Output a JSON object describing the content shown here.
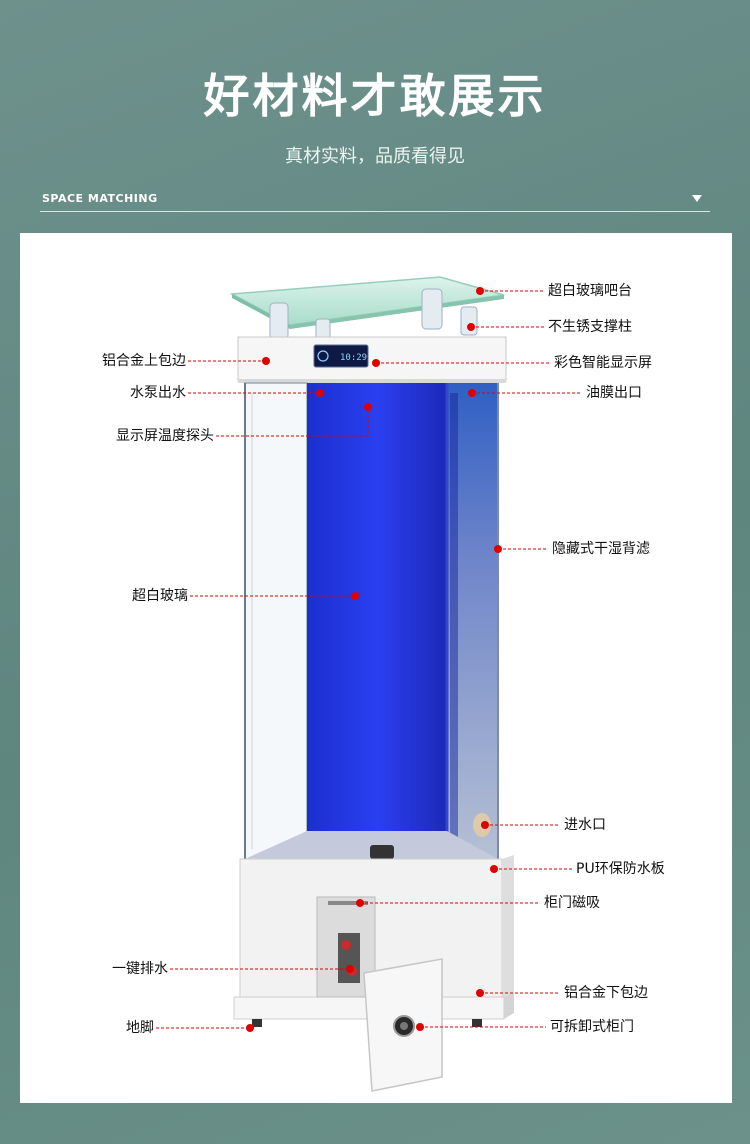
{
  "header": {
    "title": "好材料才敢展示",
    "subtitle": "真材实料，品质看得见",
    "section_label": "SPACE MATCHING"
  },
  "product": {
    "display_time": "10:29"
  },
  "annotations_left": [
    {
      "id": "aluminum-top-edge",
      "label": "铝合金上包边"
    },
    {
      "id": "water-pump-outlet",
      "label": "水泵出水"
    },
    {
      "id": "temperature-probe",
      "label": "显示屏温度探头"
    },
    {
      "id": "ultra-clear-glass",
      "label": "超白玻璃"
    },
    {
      "id": "one-key-drain",
      "label": "一键排水"
    },
    {
      "id": "foot",
      "label": "地脚"
    }
  ],
  "annotations_right": [
    {
      "id": "glass-bar-top",
      "label": "超白玻璃吧台"
    },
    {
      "id": "stainless-pillar",
      "label": "不生锈支撑柱"
    },
    {
      "id": "color-display",
      "label": "彩色智能显示屏"
    },
    {
      "id": "oil-film-outlet",
      "label": "油膜出口"
    },
    {
      "id": "hidden-back-filter",
      "label": "隐藏式干湿背滤"
    },
    {
      "id": "water-inlet",
      "label": "进水口"
    },
    {
      "id": "pu-waterproof-board",
      "label": "PU环保防水板"
    },
    {
      "id": "door-magnet",
      "label": "柜门磁吸"
    },
    {
      "id": "aluminum-bottom-edge",
      "label": "铝合金下包边"
    },
    {
      "id": "removable-door",
      "label": "可拆卸式柜门"
    }
  ],
  "colors": {
    "background": "#6e918c",
    "water": "#1a2ed6",
    "marker": "#e00000",
    "cabinet": "#f4f4f4"
  }
}
